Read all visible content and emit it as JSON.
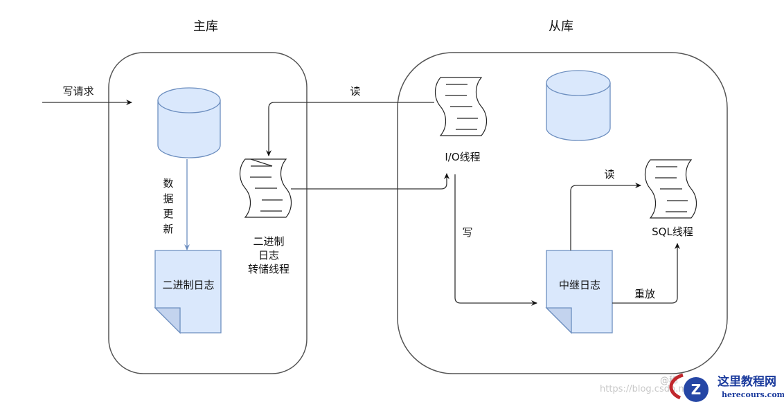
{
  "master": {
    "title": "主库",
    "write_request_label": "写请求",
    "data_update_label": [
      "数",
      "据",
      "更",
      "新"
    ],
    "binlog_doc_label": "二进制日志",
    "dump_thread_label": [
      "二进制",
      "日志",
      "转储线程"
    ]
  },
  "slave": {
    "title": "从库",
    "io_thread_label": "I/O线程",
    "sql_thread_label": "SQL线程",
    "relay_log_label": "中继日志",
    "write_label": "写",
    "read_label": "读",
    "replay_label": "重放"
  },
  "cross": {
    "read_label": "读"
  },
  "colors": {
    "db_fill": "#dae8fc",
    "db_stroke": "#6c8ebf",
    "line": "#333333"
  },
  "watermark": {
    "at": "@稀",
    "url": "https://blog.csdn.ne",
    "site_cn": "这里教程网",
    "site_en": "herecours.com"
  }
}
